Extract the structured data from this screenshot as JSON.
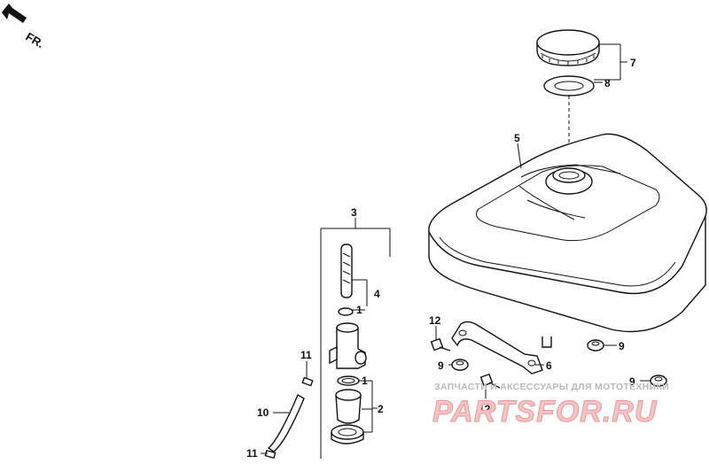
{
  "direction": {
    "text": "FR.",
    "icon": "forward-arrow-icon"
  },
  "callouts": {
    "c1a": "1",
    "c1b": "1",
    "c2": "2",
    "c3": "3",
    "c4": "4",
    "c5": "5",
    "c6": "6",
    "c7": "7",
    "c8": "8",
    "c9a": "9",
    "c9b": "9",
    "c9c": "9",
    "c10": "10",
    "c11a": "11",
    "c11b": "11",
    "c12a": "12",
    "c12b": "12"
  },
  "watermark": {
    "caption": "ЗАПЧАСТИ И АКСЕССУАРЫ ДЛЯ МОТОТЕХНИКИ",
    "brand": "PARTSFOR.RU"
  }
}
